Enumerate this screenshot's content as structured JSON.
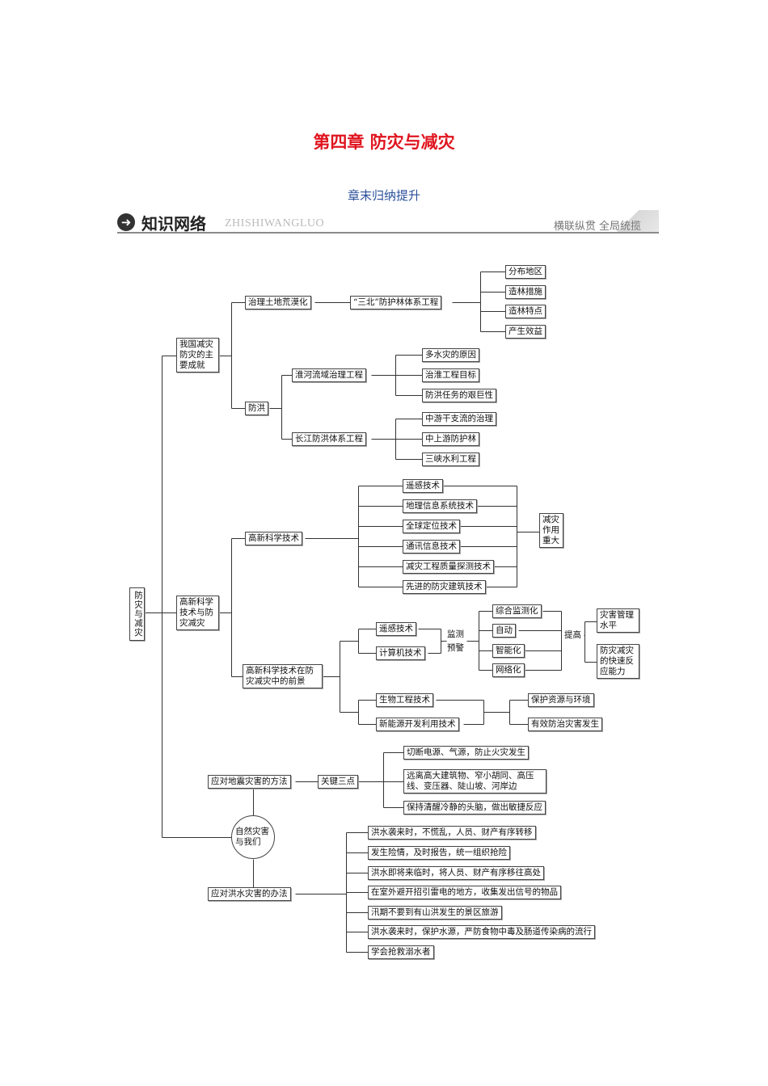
{
  "title": "第四章  防灾与减灾",
  "subtitle": "章末归纳提升",
  "section": {
    "icon": "arrow-right-circle-icon",
    "heading": "知识网络",
    "pinyin": "ZHISHIWANGLUO",
    "slogan": "横联纵贯  全局统揽"
  },
  "map": {
    "root": "防灾与减灾",
    "achievements": {
      "label": "我国减灾防灾的主要成就",
      "desert": {
        "label": "治理土地荒漠化",
        "project": "“三北”防护林体系工程",
        "items": [
          "分布地区",
          "造林措施",
          "造林特点",
          "产生效益"
        ]
      },
      "flood": {
        "label": "防洪",
        "huaihe": {
          "label": "淮河流域治理工程",
          "items": [
            "多水灾的原因",
            "治淮工程目标",
            "防洪任务的艰巨性"
          ]
        },
        "changjiang": {
          "label": "长江防洪体系工程",
          "items": [
            "中游干支流的治理",
            "中上游防护林",
            "三峡水利工程"
          ]
        }
      }
    },
    "tech": {
      "label": "高新科学技术与防灾减灾",
      "hitech": {
        "label": "高新科学技术",
        "items": [
          "遥感技术",
          "地理信息系统技术",
          "全球定位技术",
          "通讯信息技术",
          "减灾工程质量探测技术",
          "先进的防灾建筑技术"
        ],
        "result": "减灾作用重大"
      },
      "prospect": {
        "label": "高新科学技术在防灾减灾中的前景",
        "monitor": {
          "items": [
            "遥感技术",
            "计算机技术"
          ],
          "label1": "监测",
          "label2": "预警",
          "features": [
            "综合监测化",
            "自动",
            "智能化",
            "网络化"
          ],
          "raise": "提高",
          "results": [
            "灾害管理水平",
            "防灾减灾的快速反应能力"
          ]
        },
        "bio": {
          "items": [
            "生物工程技术",
            "新能源开发利用技术"
          ],
          "results": [
            "保护资源与环境",
            "有效防治灾害发生"
          ]
        }
      }
    },
    "nature": {
      "label": "自然灾害与我们",
      "quake": {
        "label": "应对地震灾害的方法",
        "key": "关键三点",
        "items": [
          "切断电源、气源，防止火灾发生",
          "远离高大建筑物、窄小胡同、高压线、变压器、陡山坡、河岸边",
          "保持清醒冷静的头脑，做出敏捷反应"
        ]
      },
      "floodway": {
        "label": "应对洪水灾害的办法",
        "items": [
          "洪水袭来时，不慌乱，人员、财产有序转移",
          "发生险情，及时报告，统一组织抢险",
          "洪水即将来临时，将人员、财产有序移往高处",
          "在室外避开招引雷电的地方，收集发出信号的物品",
          "汛期不要到有山洪发生的景区旅游",
          "洪水袭来时，保护水源，严防食物中毒及肠道传染病的流行",
          "学会抢救溺水者"
        ]
      }
    }
  }
}
